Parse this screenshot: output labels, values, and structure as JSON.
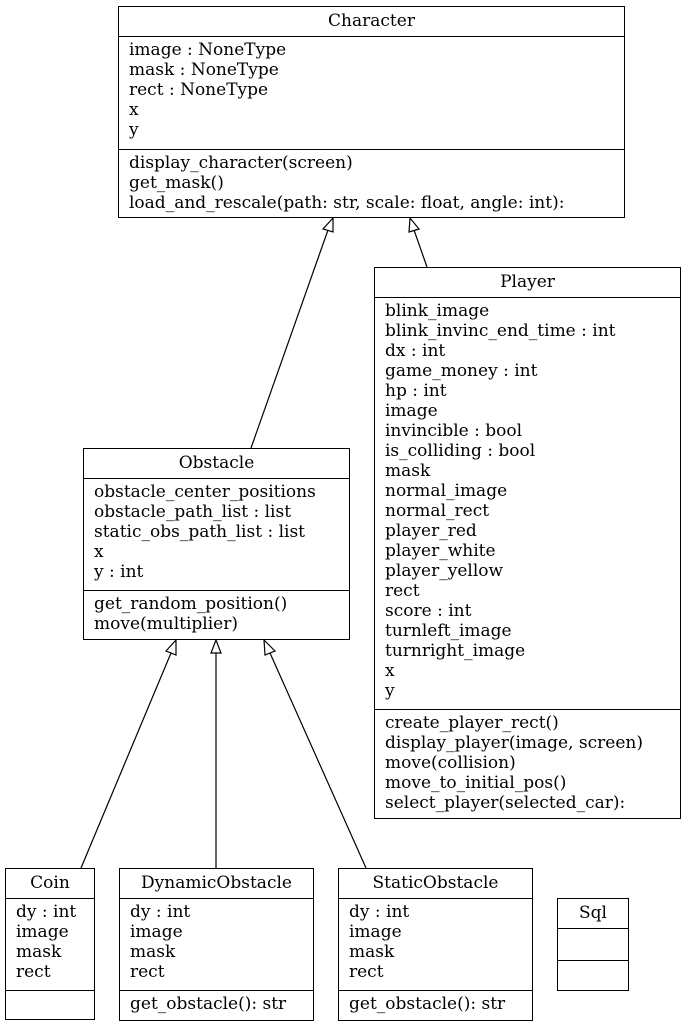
{
  "classes": {
    "character": {
      "name": "Character",
      "attributes": [
        "image : NoneType",
        "mask : NoneType",
        "rect : NoneType",
        "x",
        "y"
      ],
      "methods": [
        "display_character(screen)",
        "get_mask()",
        "load_and_rescale(path: str, scale: float, angle: int):"
      ]
    },
    "player": {
      "name": "Player",
      "attributes": [
        "blink_image",
        "blink_invinc_end_time : int",
        "dx : int",
        "game_money : int",
        "hp : int",
        "image",
        "invincible : bool",
        "is_colliding : bool",
        "mask",
        "normal_image",
        "normal_rect",
        "player_red",
        "player_white",
        "player_yellow",
        "rect",
        "score : int",
        "turnleft_image",
        "turnright_image",
        "x",
        "y"
      ],
      "methods": [
        "create_player_rect()",
        "display_player(image, screen)",
        "move(collision)",
        "move_to_initial_pos()",
        "select_player(selected_car):"
      ]
    },
    "obstacle": {
      "name": "Obstacle",
      "attributes": [
        "obstacle_center_positions",
        "obstacle_path_list : list",
        "static_obs_path_list : list",
        "x",
        "y : int"
      ],
      "methods": [
        "get_random_position()",
        "move(multiplier)"
      ]
    },
    "coin": {
      "name": "Coin",
      "attributes": [
        "dy : int",
        "image",
        "mask",
        "rect"
      ],
      "methods": []
    },
    "dynamic_obstacle": {
      "name": "DynamicObstacle",
      "attributes": [
        "dy : int",
        "image",
        "mask",
        "rect"
      ],
      "methods": [
        "get_obstacle(): str"
      ]
    },
    "static_obstacle": {
      "name": "StaticObstacle",
      "attributes": [
        "dy : int",
        "image",
        "mask",
        "rect"
      ],
      "methods": [
        "get_obstacle(): str"
      ]
    },
    "sql": {
      "name": "Sql",
      "attributes": [],
      "methods": []
    }
  },
  "inheritance": [
    {
      "child": "obstacle",
      "parent": "character"
    },
    {
      "child": "player",
      "parent": "character"
    },
    {
      "child": "coin",
      "parent": "obstacle"
    },
    {
      "child": "dynamic_obstacle",
      "parent": "obstacle"
    },
    {
      "child": "static_obstacle",
      "parent": "obstacle"
    }
  ]
}
